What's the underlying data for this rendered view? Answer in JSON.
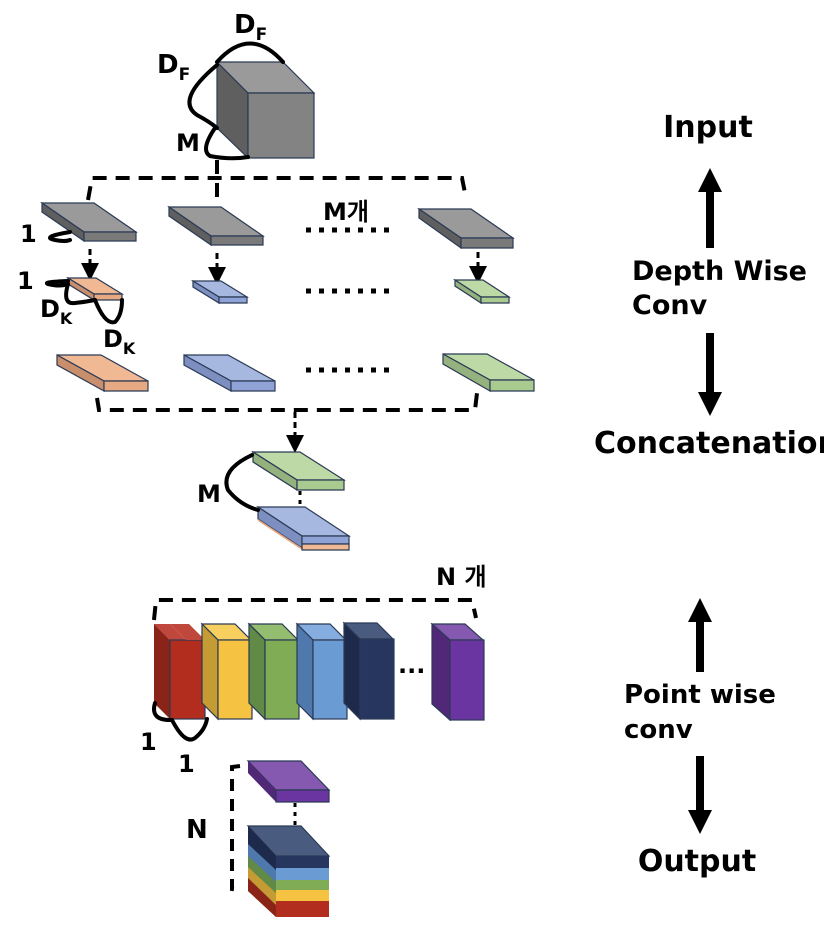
{
  "title": "Depthwise Separable Convolution",
  "input_block": {
    "labels": {
      "width": "D",
      "width_sub": "F",
      "height": "D",
      "height_sub": "F",
      "depth": "M"
    },
    "color": "#8a8a8a"
  },
  "depthwise": {
    "channel_count_label": "M개",
    "slice_color": "#8a8a8a",
    "kernel_colors": [
      "#f0b994",
      "#a6b8e0",
      "#bcd9a6"
    ],
    "slice_labels": {
      "thickness": "1"
    },
    "kernel_labels": {
      "thickness": "1",
      "size_a": "D",
      "size_a_sub": "K",
      "size_b": "D",
      "size_b_sub": "K"
    },
    "ellipsis": "........"
  },
  "concat": {
    "depth_label": "M"
  },
  "pointwise": {
    "filter_count_label": "N 개",
    "filter_colors": [
      "#b22d1e",
      "#f5c242",
      "#7fac55",
      "#6a9bd2",
      "#26365f",
      "#6a35a0"
    ],
    "ellipsis": "...",
    "kernel_labels": {
      "a": "1",
      "b": "1"
    }
  },
  "output": {
    "depth_label": "N",
    "stack_colors": [
      "#b22d1e",
      "#f5c242",
      "#7fac55",
      "#6a9bd2",
      "#26365f"
    ],
    "top_color": "#6a35a0"
  },
  "side_labels": {
    "input": "Input",
    "depthwise_line1": "Depth Wise",
    "depthwise_line2": "Conv",
    "concatenation": "Concatenation",
    "pointwise_line1": "Point wise",
    "pointwise_line2": "conv",
    "output": "Output"
  }
}
